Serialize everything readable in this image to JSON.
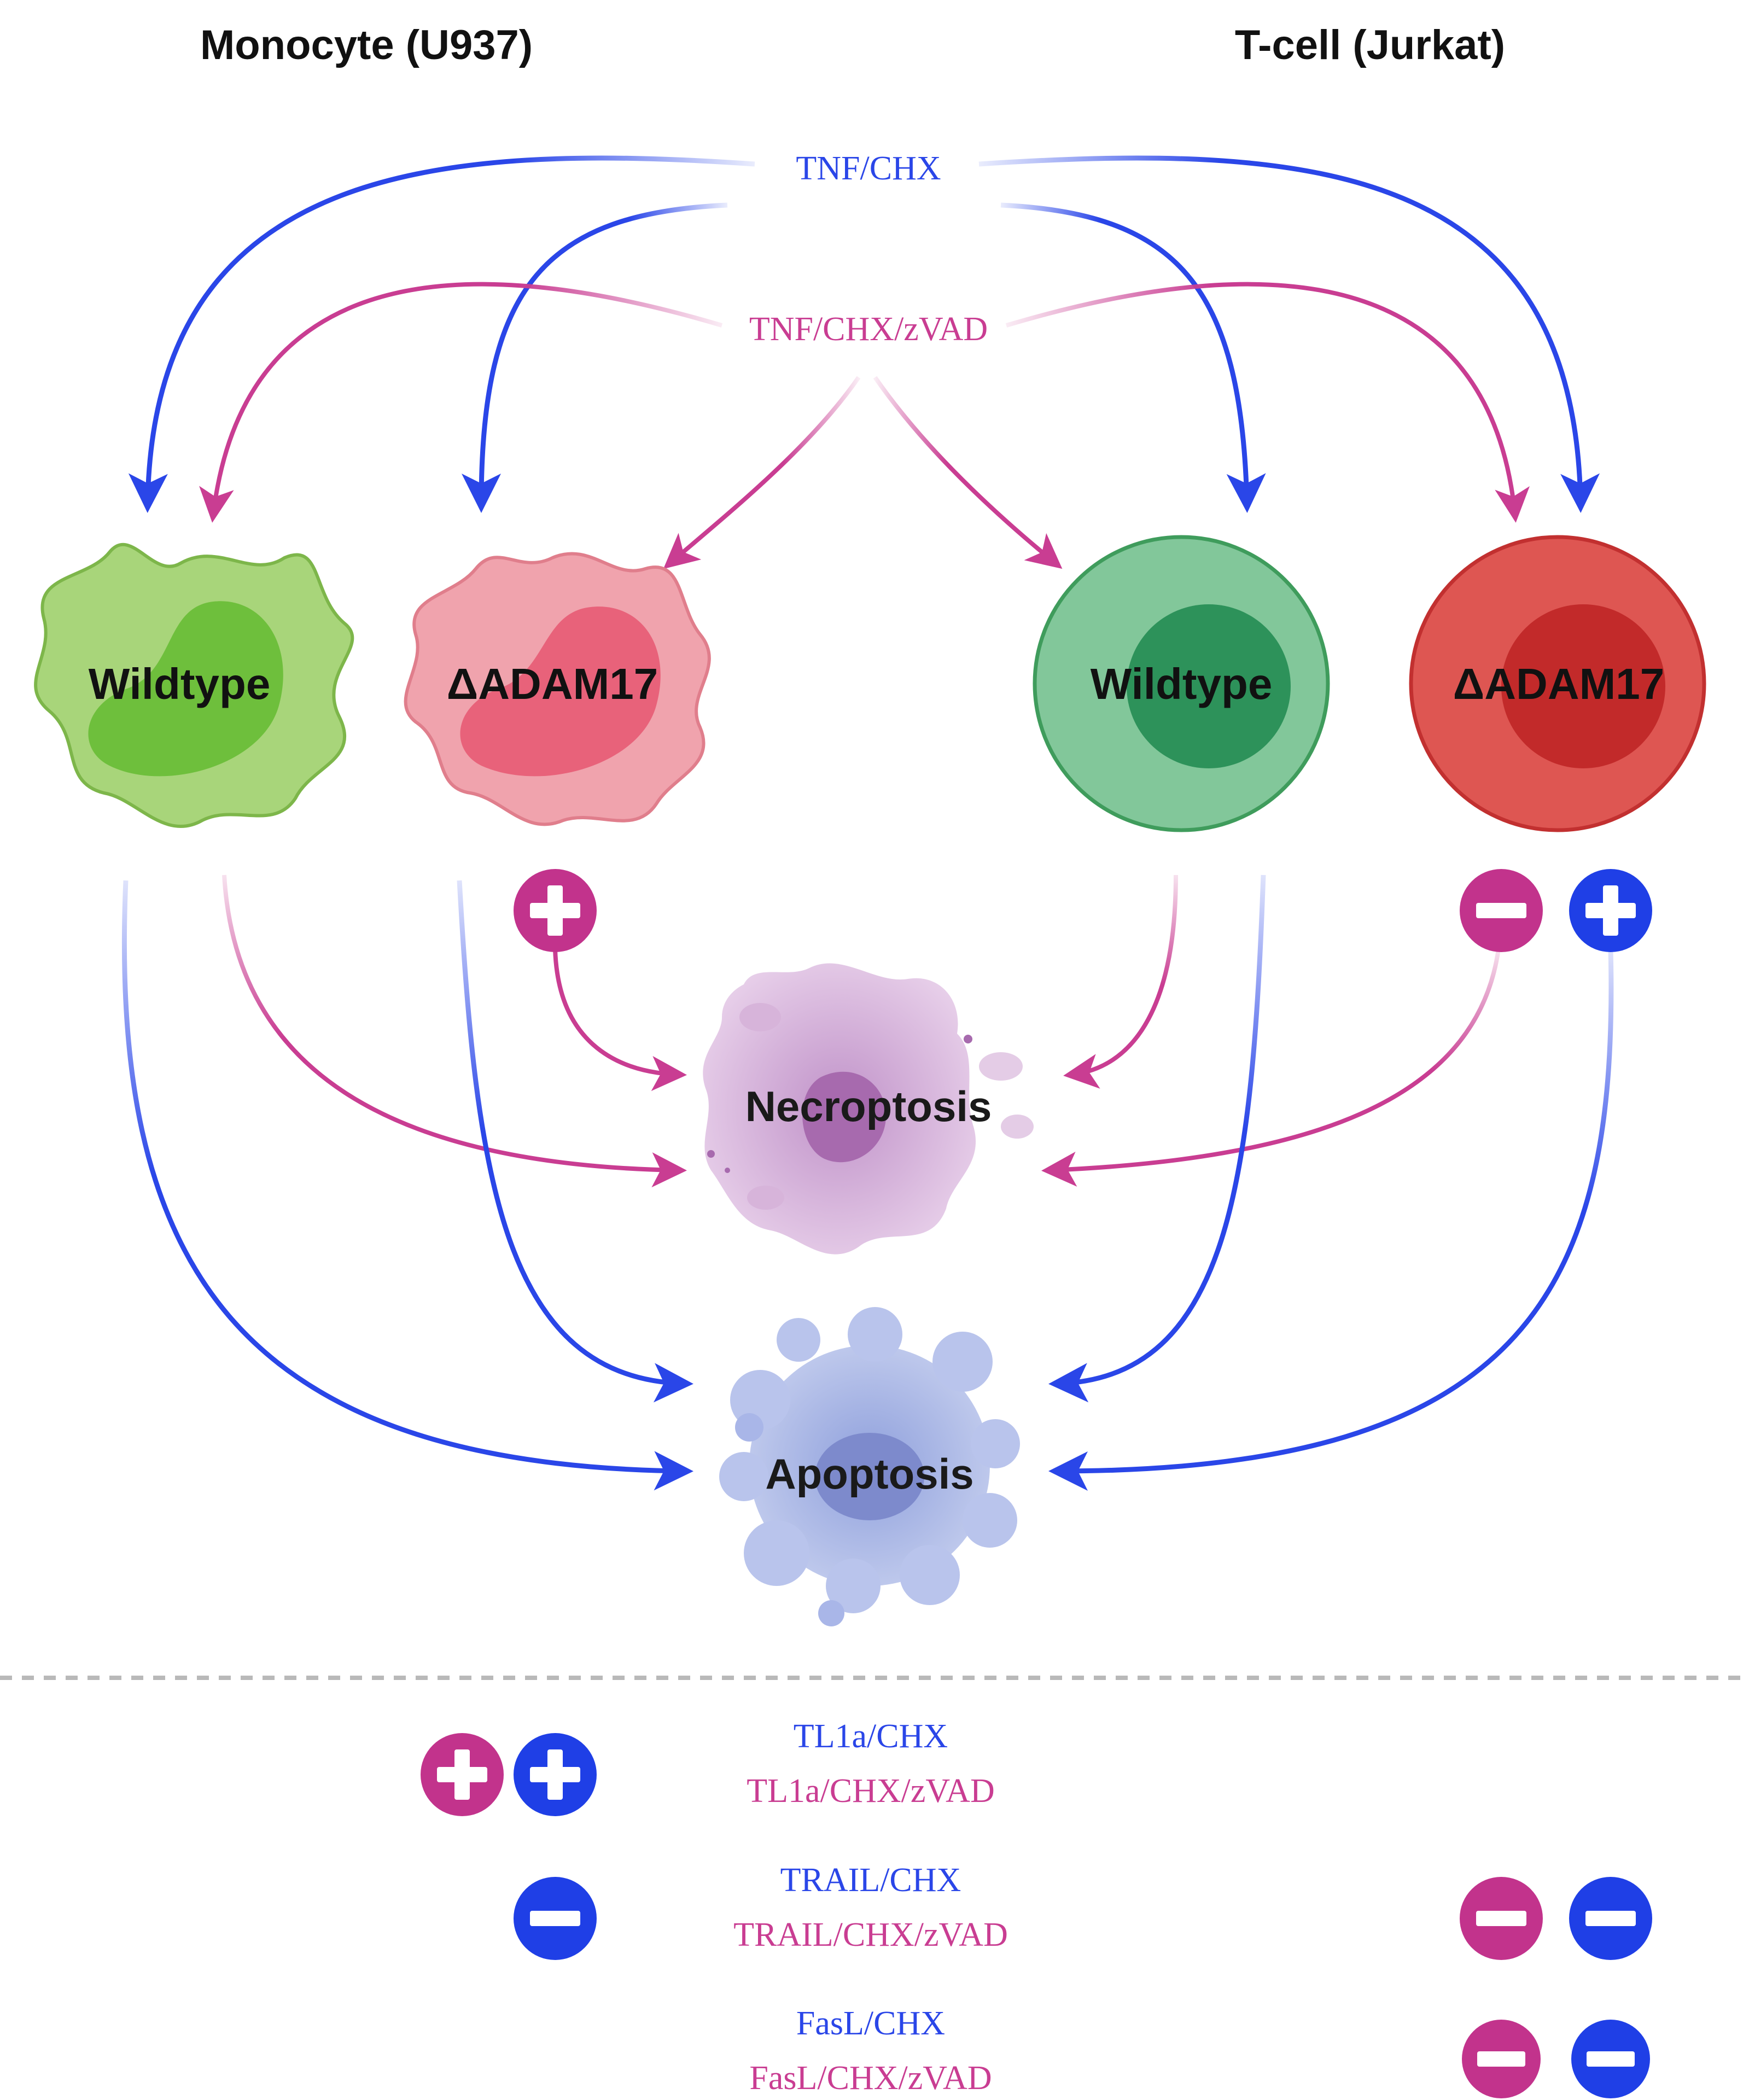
{
  "headers": {
    "monocyte": "Monocyte (U937)",
    "tcell": "T-cell (Jurkat)"
  },
  "treatments_top": {
    "apoptotic": "TNF/CHX",
    "necroptotic": "TNF/CHX/zVAD"
  },
  "cells": {
    "mono_wt": "Wildtype",
    "mono_ko": "ΔADAM17",
    "t_wt": "Wildtype",
    "t_ko": "ΔADAM17"
  },
  "fates": {
    "necroptosis": "Necroptosis",
    "apoptosis": "Apoptosis"
  },
  "legend": [
    {
      "apoptotic": "TL1a/CHX",
      "necroptotic": "TL1a/CHX/zVAD"
    },
    {
      "apoptotic": "TRAIL/CHX",
      "necroptotic": "TRAIL/CHX/zVAD"
    },
    {
      "apoptotic": "FasL/CHX",
      "necroptotic": "FasL/CHX/zVAD"
    }
  ],
  "colors": {
    "apoptosis_blue": "#2a46e8",
    "necroptosis_magenta": "#c93d92",
    "wt_mono": "#9fd06a",
    "ko_mono": "#ef9aa4",
    "wt_tcell": "#7fc796",
    "ko_tcell": "#dc4e4c"
  },
  "icons": [
    "plus-circle-icon",
    "minus-circle-icon"
  ]
}
